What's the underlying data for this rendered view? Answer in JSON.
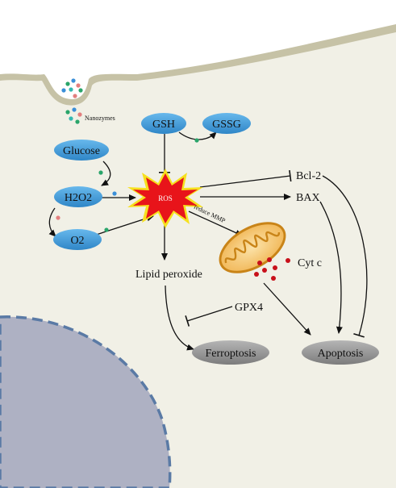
{
  "labels": {
    "nanozymes": "Nanozymes",
    "gsh": "GSH",
    "gssg": "GSSG",
    "glucose": "Glucose",
    "h2o2": "H2O2",
    "o2": "O2",
    "ros": "ROS",
    "bcl2": "Bcl-2",
    "bax": "BAX",
    "reduce_mmp": "reduce MMP",
    "cytc": "Cyt c",
    "lipid_peroxide": "Lipid peroxide",
    "gpx4": "GPX4",
    "ferroptosis": "Ferroptosis",
    "apoptosis": "Apoptosis"
  },
  "colors": {
    "cytoplasm": "#f1f0e6",
    "membrane": "#c6c2a6",
    "nucleus": "#aeb1c3",
    "nucleus_border": "#5a7aa5",
    "node_blue": "#3f9fdc",
    "node_gray": "#8f8f8f",
    "ros_red": "#e8141a",
    "ros_yellow": "#f6e11e",
    "mito_fill": "#f4c67a",
    "mito_border": "#c98418",
    "cytc_dot": "#c8101a"
  },
  "icons": [
    "nanozyme-particle",
    "ros-burst",
    "mitochondrion",
    "nucleus",
    "cell-membrane"
  ]
}
